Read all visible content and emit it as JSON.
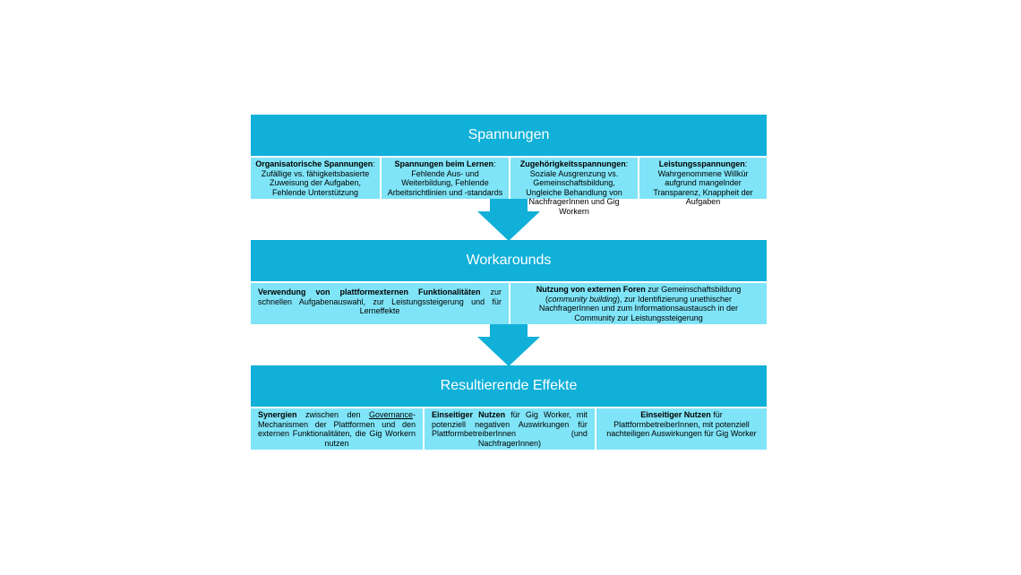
{
  "spannungen": {
    "title": "Spannungen",
    "cells": [
      {
        "bold": "Organisatorische Spannungen",
        "text": ": Zufällige vs. fähigkeitsbasierte Zuweisung der Aufgaben, Fehlende Unterstützung"
      },
      {
        "bold": "Spannungen beim Lernen",
        "text": ": Fehlende Aus- und Weiterbildung, Fehlende Arbeitsrichtlinien und -standards"
      },
      {
        "bold": "Zugehörigkeitsspannungen",
        "text": ": Soziale Ausgrenzung vs. Gemeinschaftsbildung, Ungleiche Behandlung von NachfragerInnen und Gig Workern"
      },
      {
        "bold": "Leistungsspannungen",
        "text": ": Wahrgenommene Willkür aufgrund mangelnder Transparenz, Knappheit der Aufgaben"
      }
    ]
  },
  "workarounds": {
    "title": "Workarounds",
    "left": {
      "bold": "Verwendung von plattformexternen Funktionalitäten",
      "text": " zur schnellen Aufgabenauswahl, zur Leistungssteigerung und für Lerneffekte"
    },
    "right": {
      "bold": "Nutzung von externen Foren",
      "text1": " zur Gemeinschaftsbildung (",
      "italic": "community building",
      "text2": "), zur Identifizierung unethischer NachfragerInnen und zum Informationsaustausch in der Community zur Leistungssteigerung"
    }
  },
  "effekte": {
    "title": "Resultierende Effekte",
    "c1": {
      "bold": "Synergien",
      "text1": " zwischen den ",
      "underline": "Governance",
      "text2": "-Mechanismen der Plattformen und den externen Funktionalitäten, die Gig Workern nutzen"
    },
    "c2": {
      "bold": "Einseitiger Nutzen",
      "text": " für Gig Worker, mit potenziell negativen Auswirkungen für PlattformbetreiberInnen (und NachfragerInnen)"
    },
    "c3": {
      "bold": "Einseitiger Nutzen",
      "text": " für PlattformbetreiberInnen, mit potenziell nachteiligen Auswirkungen für Gig Worker"
    }
  },
  "colors": {
    "header": "#10b0d8",
    "cell": "#7fe4f7"
  }
}
